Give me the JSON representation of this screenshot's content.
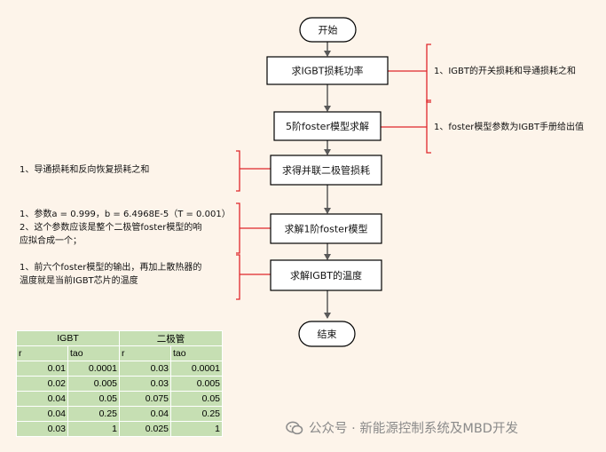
{
  "flow": {
    "start": "开始",
    "step1": "求IGBT损耗功率",
    "step2": "5阶foster模型求解",
    "step3": "求得并联二极管损耗",
    "step4": "求解1阶foster模型",
    "step5": "求解IGBT的温度",
    "end": "结束"
  },
  "notes": {
    "n1": "1、IGBT的开关损耗和导通损耗之和",
    "n2": "1、foster模型参数为IGBT手册给出值",
    "n3": "1、导通损耗和反向恢复损耗之和",
    "n4_line1": "1、参数a = 0.999，b = 6.4968E-5（T = 0.001）",
    "n4_line2": "2、这个参数应该是整个二极管foster模型的响",
    "n4_line3": "应拟合成一个；",
    "n5_line1": "1、前六个foster模型的输出，再加上散热器的",
    "n5_line2": "温度就是当前IGBT芯片的温度"
  },
  "table": {
    "group1": "IGBT",
    "group2": "二极管",
    "col_r": "r",
    "col_tao": "tao",
    "rows": [
      [
        "0.01",
        "0.0001",
        "0.03",
        "0.0001"
      ],
      [
        "0.02",
        "0.005",
        "0.03",
        "0.005"
      ],
      [
        "0.04",
        "0.05",
        "0.075",
        "0.05"
      ],
      [
        "0.04",
        "0.25",
        "0.04",
        "0.25"
      ],
      [
        "0.03",
        "1",
        "0.025",
        "1"
      ]
    ]
  },
  "watermark": "公众号 · 新能源控制系统及MBD开发",
  "colors": {
    "background": "#fdf4ea",
    "bracket": "#e0262b",
    "arrow": "#595959",
    "table_cell": "#c6dfb3",
    "node_border": "#000000",
    "node_fill": "#ffffff"
  }
}
